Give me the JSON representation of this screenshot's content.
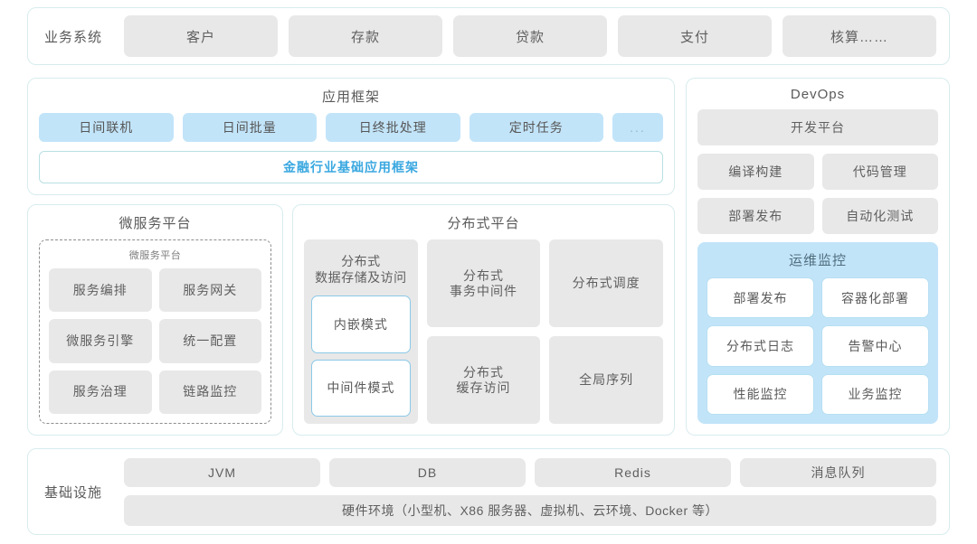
{
  "business_systems": {
    "label": "业务系统",
    "items": [
      "客户",
      "存款",
      "贷款",
      "支付",
      "核算……"
    ]
  },
  "app_framework": {
    "title": "应用框架",
    "chips": [
      "日间联机",
      "日间批量",
      "日终批处理",
      "定时任务"
    ],
    "more_chip": "...",
    "banner": "金融行业基础应用框架"
  },
  "microservice_platform": {
    "title": "微服务平台",
    "inner_title": "微服务平台",
    "items": [
      "服务编排",
      "服务网关",
      "微服务引擎",
      "统一配置",
      "服务治理",
      "链路监控"
    ]
  },
  "distributed_platform": {
    "title": "分布式平台",
    "col_a": {
      "head": "分布式\n数据存储及访问",
      "head_line1": "分布式",
      "head_line2": "数据存储及访问",
      "modes": [
        "内嵌模式",
        "中间件模式"
      ]
    },
    "col_b": {
      "top_line1": "分布式",
      "top_line2": "事务中间件",
      "bottom_line1": "分布式",
      "bottom_line2": "缓存访问"
    },
    "col_c": {
      "top": "分布式调度",
      "bottom": "全局序列"
    }
  },
  "devops": {
    "title": "DevOps",
    "platform": "开发平台",
    "row1": [
      "编译构建",
      "代码管理"
    ],
    "row2": [
      "部署发布",
      "自动化测试"
    ],
    "ops_monitoring": {
      "title": "运维监控",
      "items": [
        "部署发布",
        "容器化部署",
        "分布式日志",
        "告警中心",
        "性能监控",
        "业务监控"
      ]
    }
  },
  "infrastructure": {
    "label": "基础设施",
    "items": [
      "JVM",
      "DB",
      "Redis",
      "消息队列"
    ],
    "hardware": "硬件环境（小型机、X86 服务器、虚拟机、云环境、Docker 等）"
  },
  "colors": {
    "card_border": "#d8ecee",
    "gray_chip": "#e8e8e8",
    "blue_chip": "#c2e4f9",
    "accent_blue": "#3aa8e0",
    "ops_border": "#b6dff2"
  }
}
